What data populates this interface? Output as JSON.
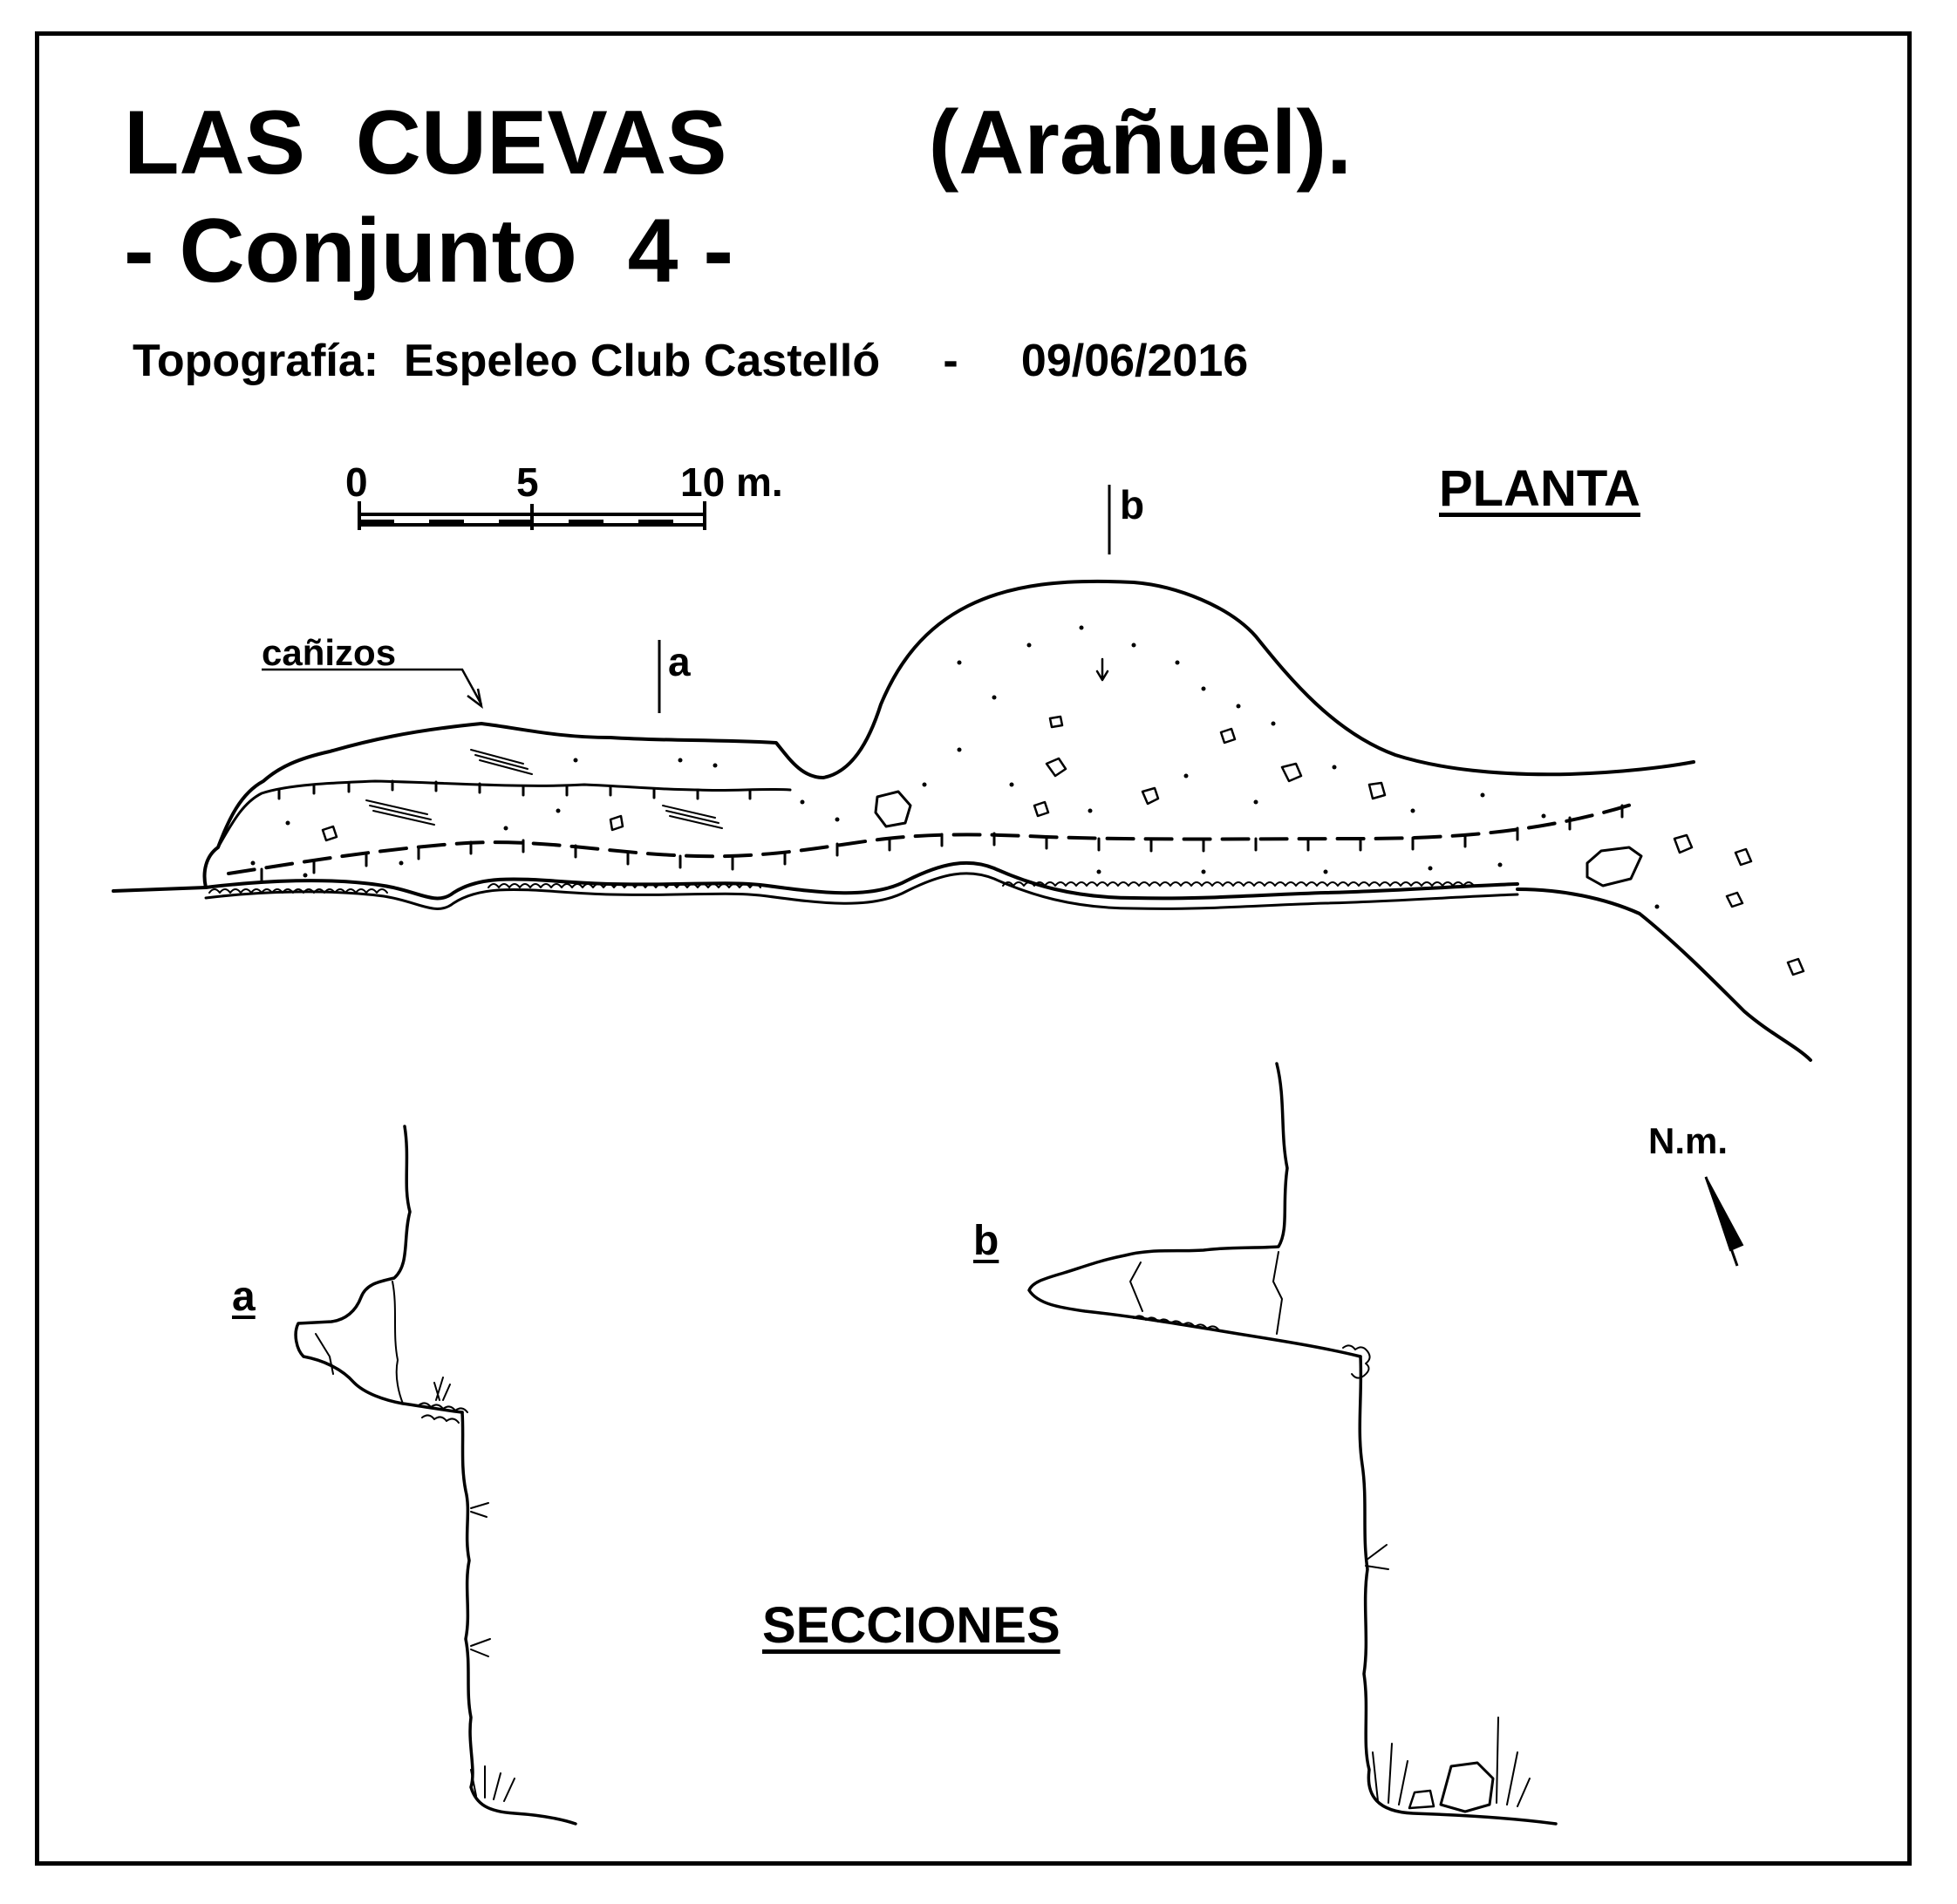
{
  "title": {
    "line1": "LAS  CUEVAS        (Arañuel).",
    "line2": "- Conjunto  4 -",
    "credit": "Topografía:  Espeleo Club Castelló     -     09/06/2016"
  },
  "scale_bar": {
    "label_0": "0",
    "label_5": "5",
    "label_10": "10 m.",
    "length_m": 10
  },
  "plan": {
    "heading": "PLANTA",
    "annotation_canizos": "cañizos",
    "section_marker_a": "a",
    "section_marker_b": "b"
  },
  "north": {
    "label": "N.m."
  },
  "sections": {
    "heading": "SECCIONES",
    "label_a": "a",
    "label_b": "b"
  }
}
